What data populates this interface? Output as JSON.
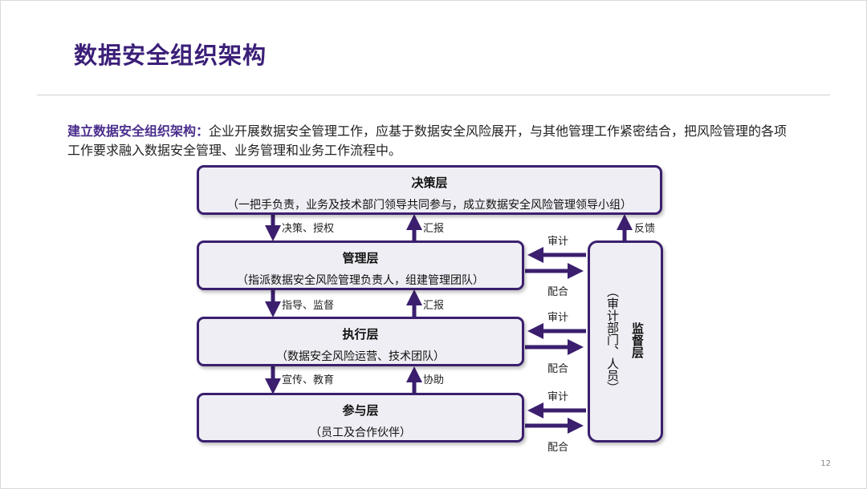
{
  "title": "数据安全组织架构",
  "intro": {
    "lead": "建立数据安全组织架构：",
    "text": "企业开展数据安全管理工作，应基于数据安全风险展开，与其他管理工作紧密结合，把风险管理的各项工作要求融入数据安全管理、业务管理和业务工作流程中。"
  },
  "layers": {
    "decision": {
      "name": "决策层",
      "desc": "（一把手负责，业务及技术部门领导共同参与，成立数据安全风险管理领导小组）"
    },
    "management": {
      "name": "管理层",
      "desc": "（指派数据安全风险管理负责人，组建管理团队）"
    },
    "execution": {
      "name": "执行层",
      "desc": "（数据安全风险运营、技术团队）"
    },
    "participation": {
      "name": "参与层",
      "desc": "（员工及合作伙伴）"
    },
    "supervision": {
      "name": "监督层",
      "desc": "（审计部门、人员）"
    }
  },
  "flows": {
    "decision_to_management": "决策、授权",
    "management_to_decision": "汇报",
    "management_to_execution": "指导、监督",
    "execution_to_management": "汇报",
    "execution_to_participation": "宣传、教育",
    "participation_to_execution": "协助",
    "supervision_to_decision": "反馈",
    "audit_1": "审计",
    "cooperate_1": "配合",
    "audit_2": "审计",
    "cooperate_2": "配合",
    "audit_3": "审计",
    "cooperate_3": "配合"
  },
  "page_number": "12",
  "colors": {
    "title": "#3b1f78",
    "border": "#3b1f6e",
    "box_fill": "#efeef4",
    "arrow": "#3b1f6e"
  }
}
